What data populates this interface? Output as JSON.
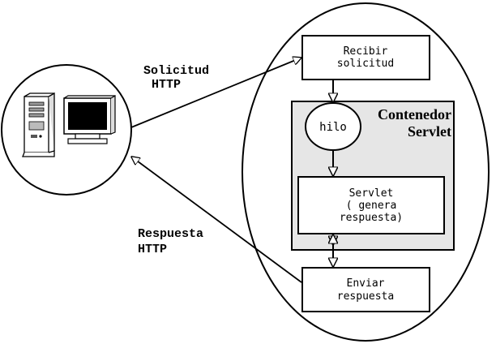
{
  "labels": {
    "request_line1": "Solicitud",
    "request_line2": "HTTP",
    "response_line1": "Respuesta",
    "response_line2": "HTTP",
    "container_line1": "Contenedor",
    "container_line2": "Servlet"
  },
  "nodes": {
    "receive_line1": "Recibir",
    "receive_line2": "solicitud",
    "thread": "hilo",
    "servlet_line1": "Servlet",
    "servlet_line2": "( genera",
    "servlet_line3": "respuesta)",
    "send_line1": "Enviar",
    "send_line2": "respuesta"
  },
  "colors": {
    "stroke": "#000000",
    "container_fill": "#e6e6e6",
    "background": "#ffffff"
  },
  "icons": [
    "server-tower-icon",
    "monitor-icon"
  ]
}
